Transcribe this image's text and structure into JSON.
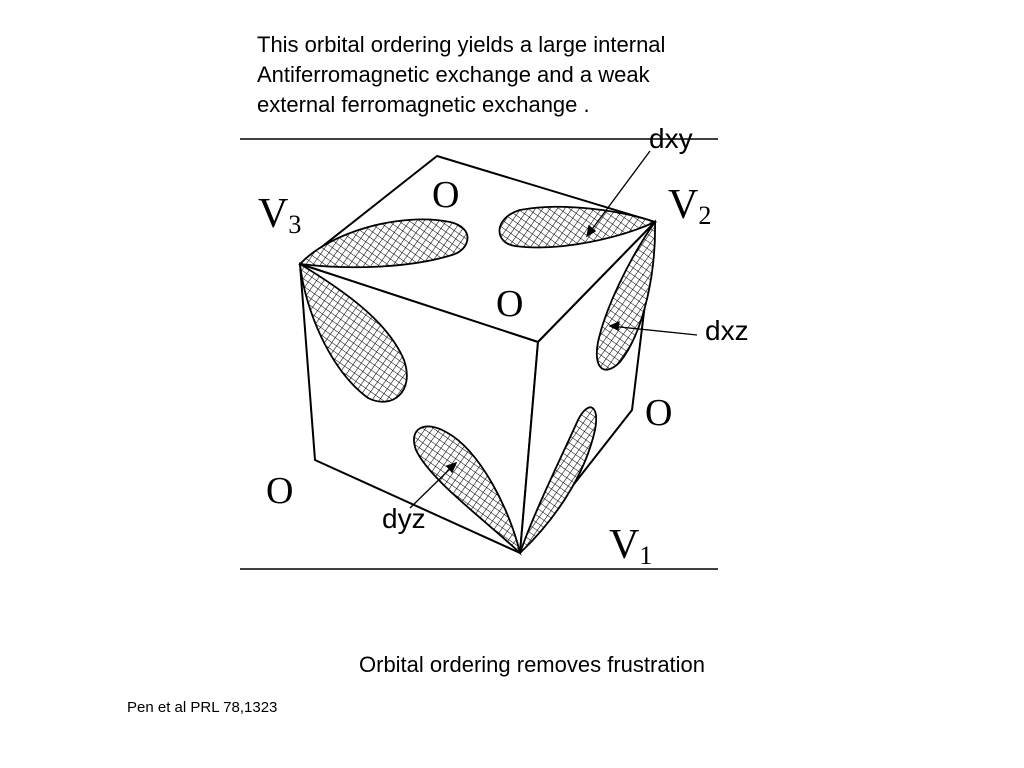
{
  "intro_lines": [
    "This orbital ordering yields a large internal",
    "Antiferromagnetic exchange and a weak",
    "external ferromagnetic exchange ."
  ],
  "caption": "Orbital ordering removes frustration",
  "citation": "Pen et al PRL 78,1323",
  "orbital_labels": {
    "dxy": "dxy",
    "dxz": "dxz",
    "dyz": "dyz"
  },
  "vertex_labels": {
    "v1": {
      "letter": "V",
      "index": "1"
    },
    "v2": {
      "letter": "V",
      "index": "2"
    },
    "v3": {
      "letter": "V",
      "index": "3"
    }
  },
  "oxygen_label": "O"
}
